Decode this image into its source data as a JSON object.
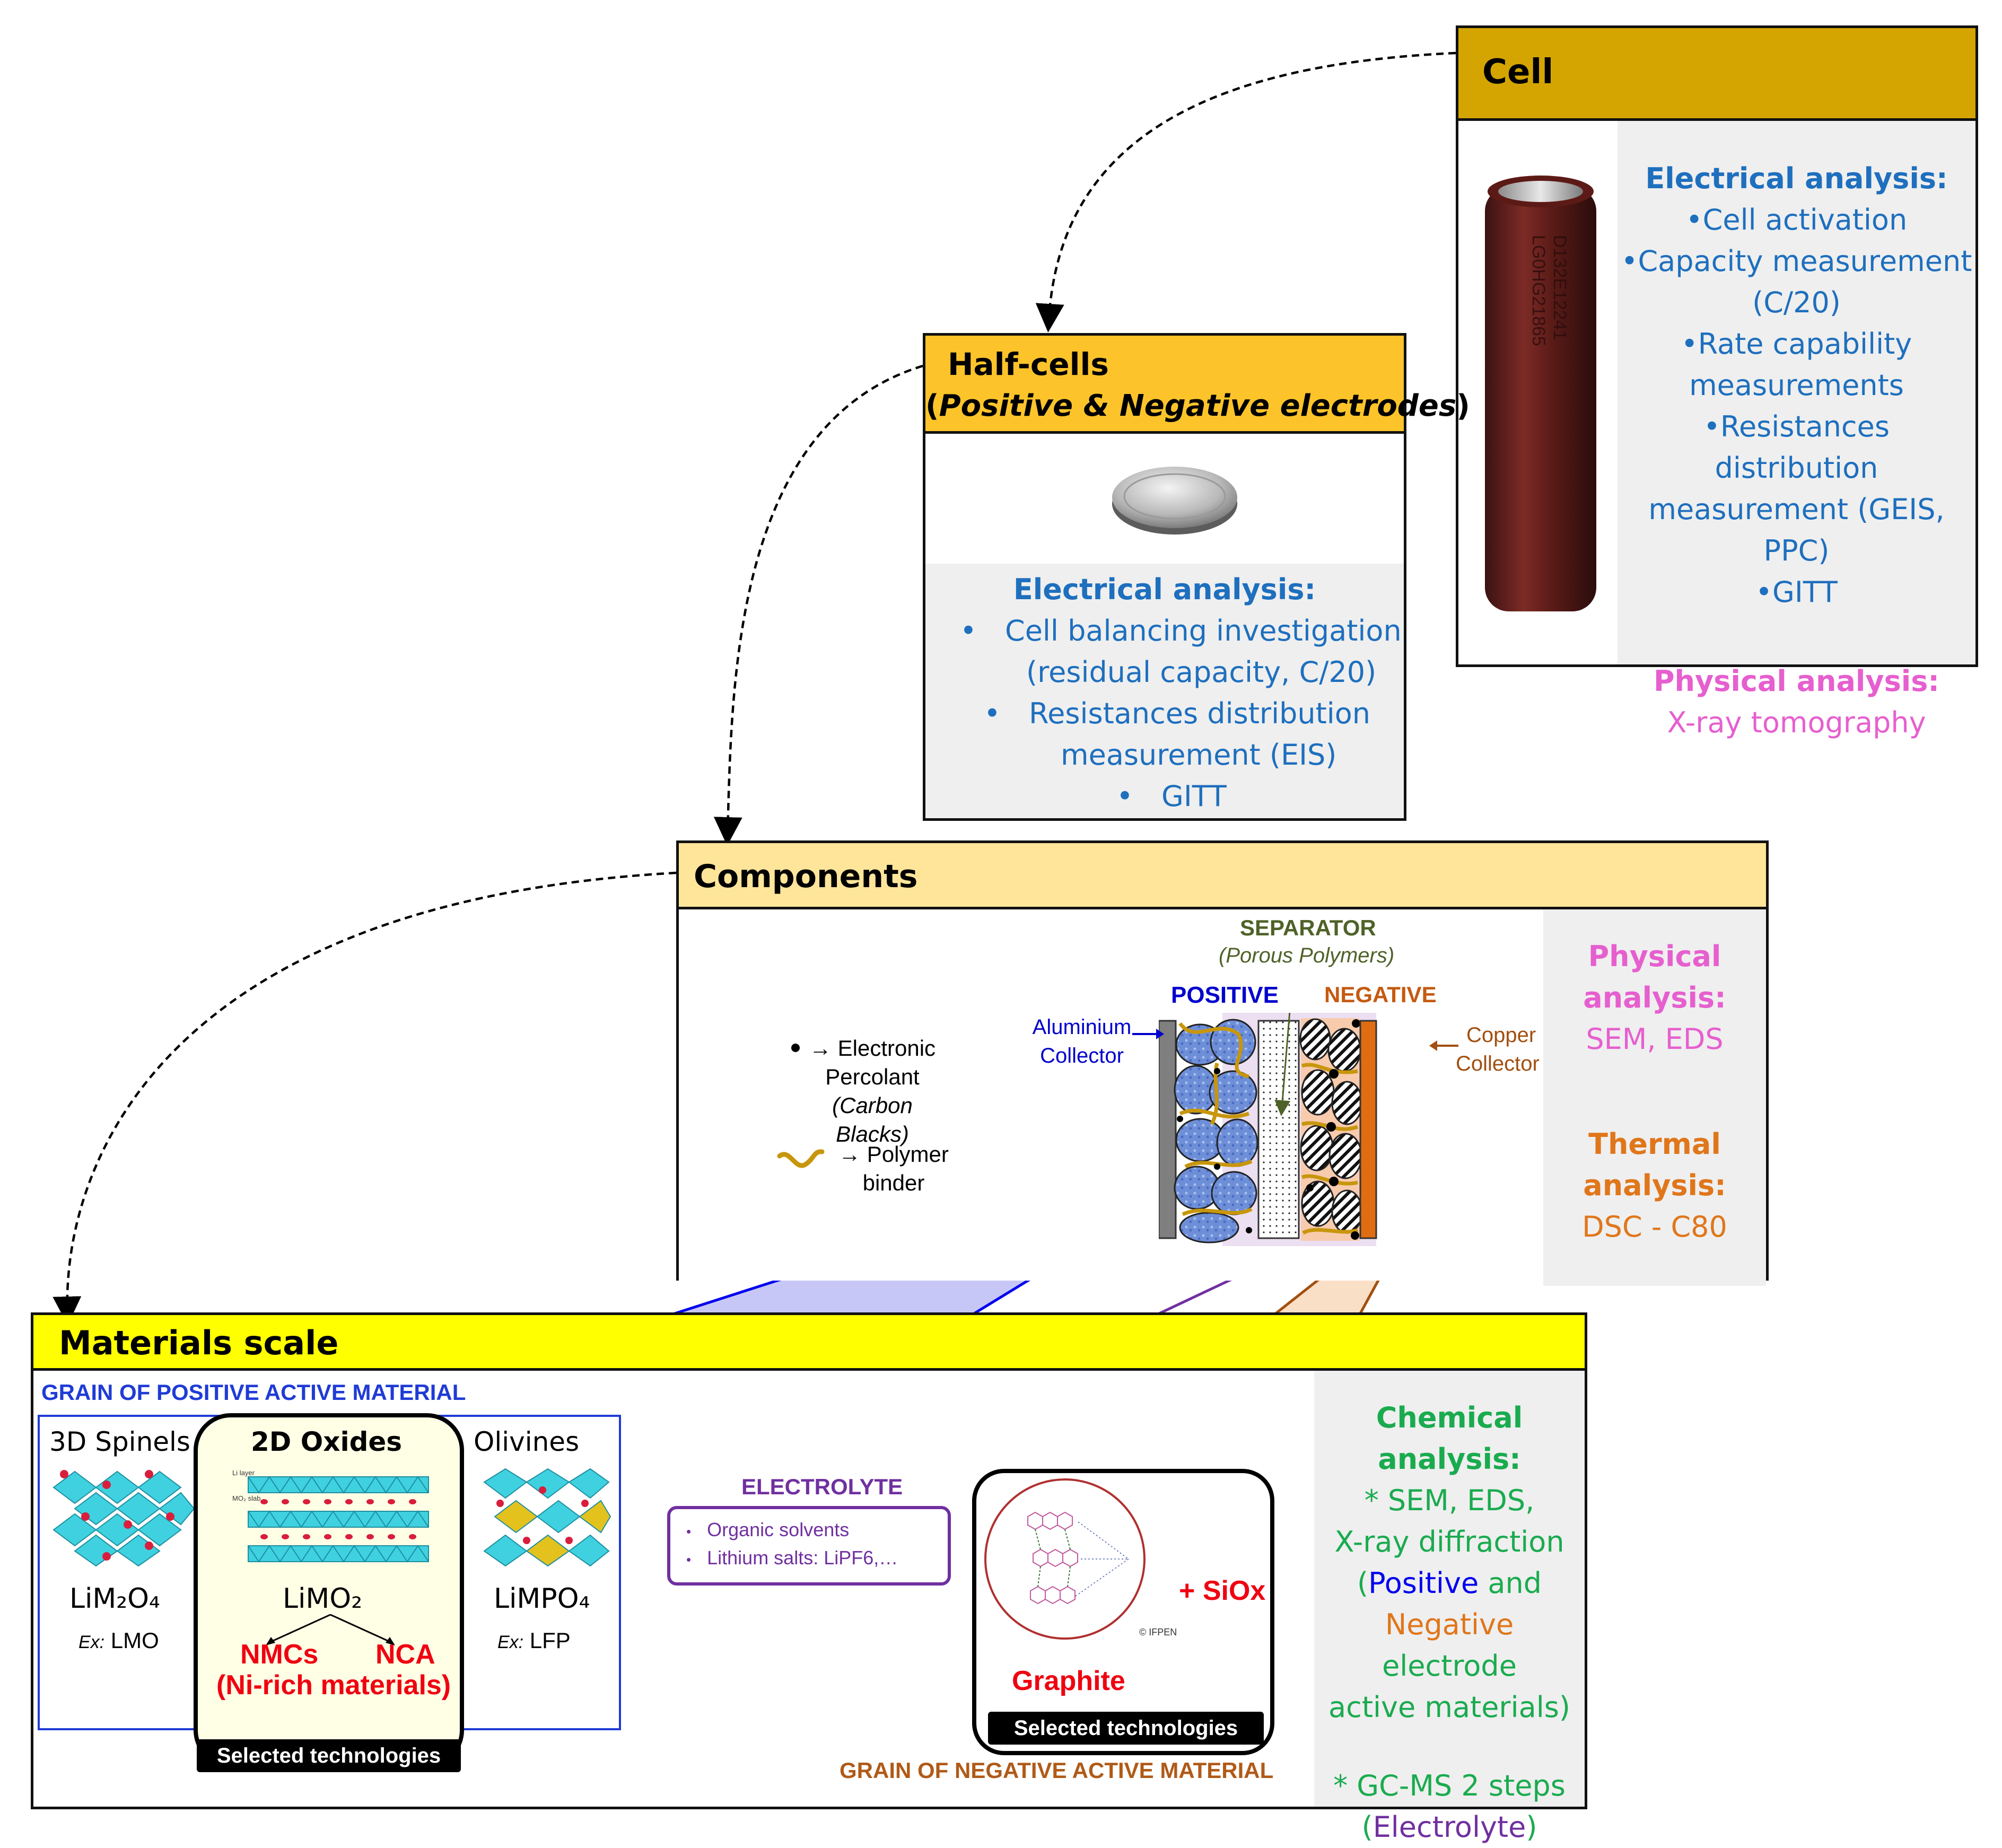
{
  "cell": {
    "title": "Cell",
    "electrical_title": "Electrical analysis:",
    "electrical_items": [
      "•Cell activation",
      "•Capacity measurement",
      "(C/20)",
      "•Rate capability",
      "measurements",
      "•Resistances distribution",
      "measurement (GEIS, PPC)",
      "•GITT"
    ],
    "physical_title": "Physical analysis:",
    "physical_item": "X-ray tomography"
  },
  "half_cells": {
    "title": "Half-cells",
    "subtitle_open": "(",
    "subtitle": "Positive & Negative electrodes",
    "subtitle_close": ")",
    "electrical_title": "Electrical analysis:",
    "items": [
      {
        "bullet": "•",
        "text": "Cell balancing investigation"
      },
      {
        "bullet": "",
        "text": "(residual capacity, C/20)"
      },
      {
        "bullet": "•",
        "text": "Resistances distribution"
      },
      {
        "bullet": "",
        "text": "measurement (EIS)"
      },
      {
        "bullet": "•",
        "text": "GITT"
      }
    ]
  },
  "components": {
    "title": "Components",
    "legend_percolant": [
      "→ Electronic",
      "Percolant",
      "(Carbon Blacks)"
    ],
    "legend_binder": [
      "→ Polymer",
      "binder"
    ],
    "separator": "SEPARATOR",
    "separator_sub": "(Porous Polymers)",
    "positive": "POSITIVE",
    "negative": "NEGATIVE",
    "al_collector": [
      "Aluminium",
      "Collector"
    ],
    "cu_collector": [
      "Copper",
      "Collector"
    ],
    "physical_title": [
      "Physical",
      "analysis:"
    ],
    "physical_item": "SEM, EDS",
    "thermal_title": [
      "Thermal",
      "analysis:"
    ],
    "thermal_item": "DSC - C80"
  },
  "materials": {
    "title": "Materials scale",
    "positive_grain": "GRAIN OF POSITIVE ACTIVE MATERIAL",
    "negative_grain": "GRAIN OF NEGATIVE ACTIVE MATERIAL",
    "spinels": "3D Spinels",
    "spinels_formula": "LiM₂O₄",
    "spinels_ex_label": "Ex:",
    "spinels_ex": "LMO",
    "oxides": "2D Oxides",
    "oxides_formula": "LiMO₂",
    "nmc": "NMCs",
    "nca": "NCA",
    "ni_rich": "(Ni-rich materials)",
    "olivines": "Olivines",
    "olivines_formula": "LiMPO₄",
    "olivines_ex_label": "Ex:",
    "olivines_ex": "LFP",
    "oxide_layer_labels": [
      "Li layer",
      "MO₂ slab"
    ],
    "electrolyte": "ELECTROLYTE",
    "electrolyte_items": [
      "Organic solvents",
      "Lithium salts: LiPF6,…"
    ],
    "siox": "+ SiOx",
    "graphite": "Graphite",
    "ifpen": "© IFPEN",
    "selected": "Selected technologies",
    "chem_title": "Chemical analysis:",
    "chem_1": "* SEM, EDS,",
    "chem_2": "X-ray diffraction",
    "chem_3_open": "(",
    "chem_3_pos": "Positive",
    "chem_3_and": " and",
    "chem_4_neg": "Negative",
    "chem_4_rest": " electrode",
    "chem_5": "active materials)",
    "chem_6": "* GC-MS 2 steps",
    "chem_7_open": "(",
    "chem_7_el": "Electrolyte",
    "chem_7_close": ")"
  },
  "colors": {
    "cell_header": "#d4a500",
    "half_header": "#fcc42a",
    "components_header": "#ffe59a",
    "materials_header": "#ffff00",
    "blue": "#1e6fbe",
    "pink": "#e65fcf",
    "orange": "#e0761a",
    "green": "#1aab4f",
    "red": "#f00010",
    "purple": "#7030a0"
  }
}
